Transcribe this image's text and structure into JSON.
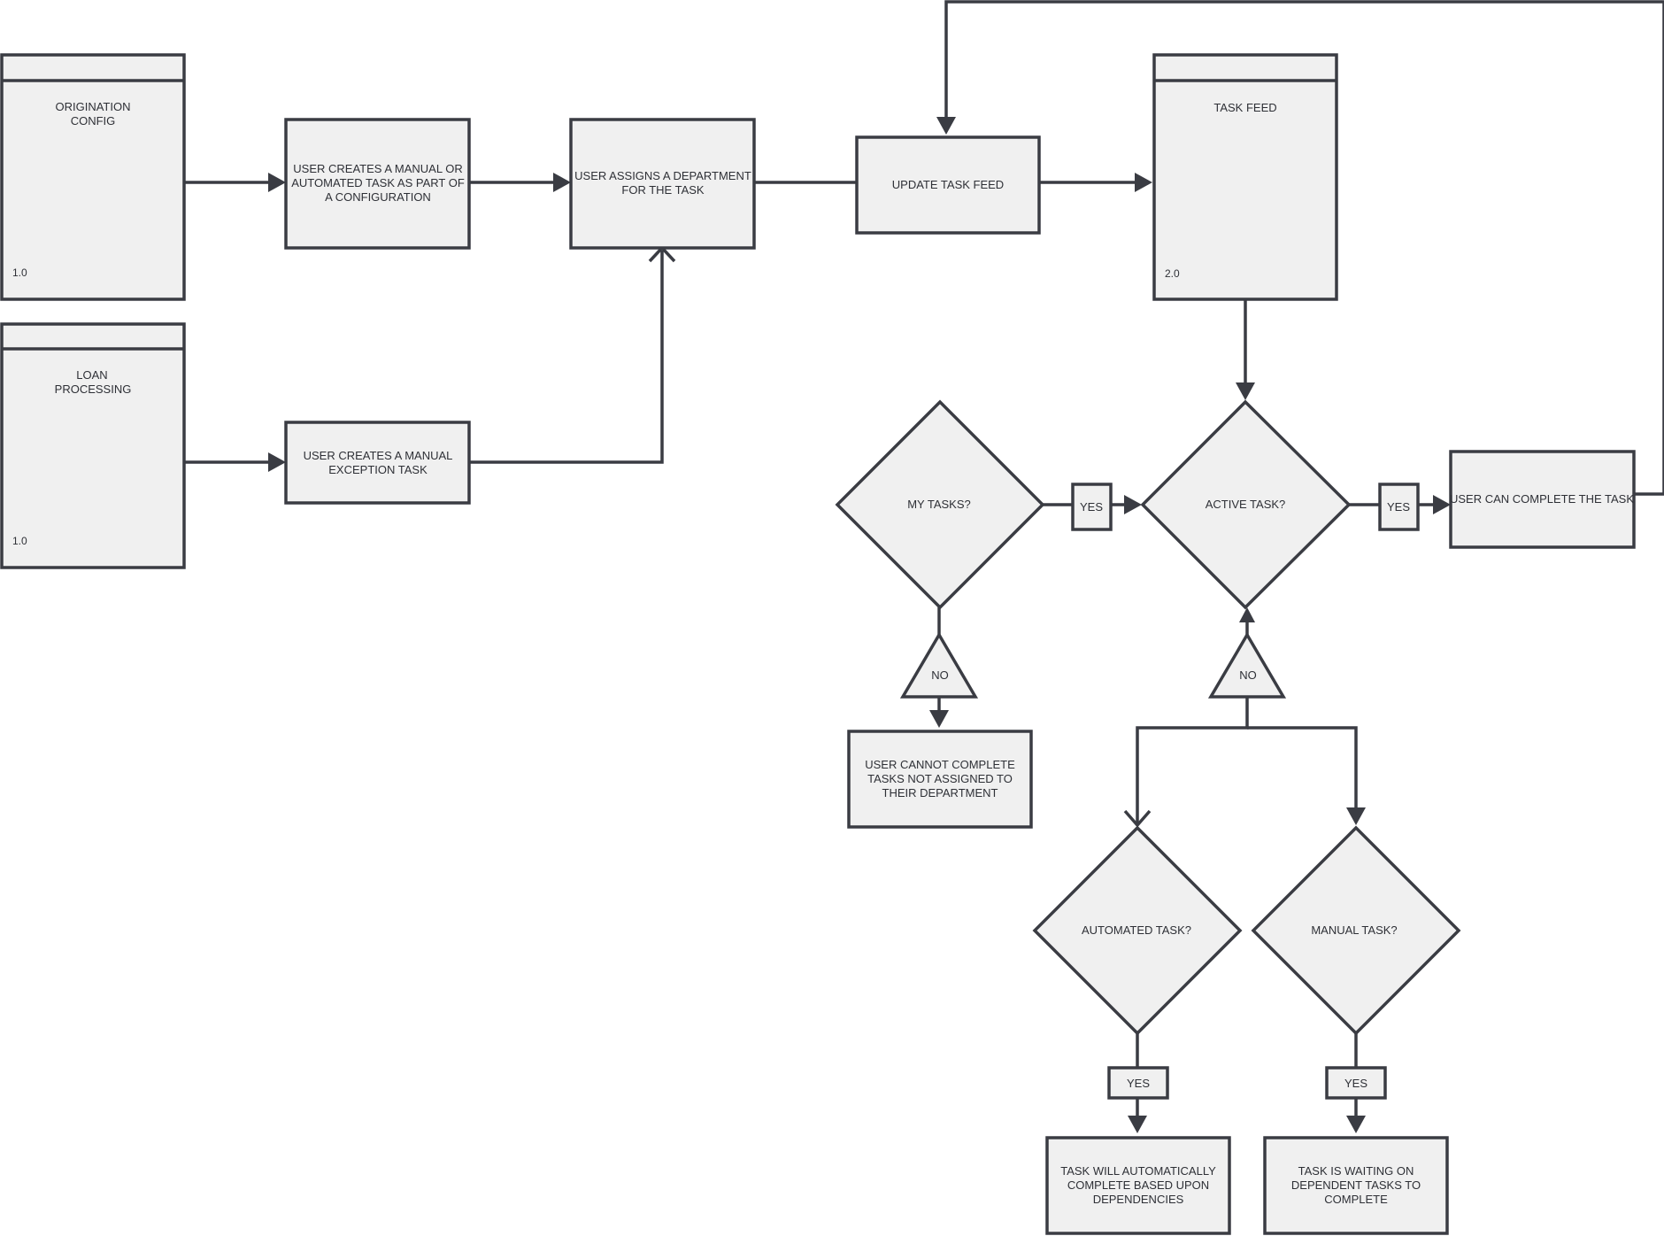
{
  "process_blocks": {
    "origination": {
      "title_line1": "ORIGINATION",
      "title_line2": "CONFIG",
      "number": "1.0"
    },
    "loan": {
      "title_line1": "LOAN",
      "title_line2": "PROCESSING",
      "number": "1.0"
    },
    "task_feed": {
      "title": "TASK FEED",
      "number": "2.0"
    }
  },
  "steps": {
    "create_config_task": [
      "USER CREATES A MANUAL OR",
      "AUTOMATED TASK AS PART OF",
      "A CONFIGURATION"
    ],
    "assign_department": [
      "USER ASSIGNS A DEPARTMENT",
      "FOR THE TASK"
    ],
    "update_task_feed": [
      "UPDATE TASK FEED"
    ],
    "create_exception_task": [
      "USER CREATES A MANUAL",
      "EXCEPTION TASK"
    ],
    "can_complete": [
      "USER CAN COMPLETE THE TASK"
    ],
    "cannot_complete": [
      "USER CANNOT COMPLETE",
      "TASKS NOT ASSIGNED TO",
      "THEIR DEPARTMENT"
    ],
    "auto_complete": [
      "TASK WILL AUTOMATICALLY",
      "COMPLETE BASED UPON",
      "DEPENDENCIES"
    ],
    "waiting_dependents": [
      "TASK IS WAITING ON",
      "DEPENDENT TASKS TO",
      "COMPLETE"
    ]
  },
  "decisions": {
    "my_tasks": "MY TASKS?",
    "active_task": "ACTIVE TASK?",
    "automated_task": "AUTOMATED TASK?",
    "manual_task": "MANUAL TASK?"
  },
  "connector_labels": {
    "yes_my_tasks": "YES",
    "yes_active": "YES",
    "yes_automated": "YES",
    "yes_manual": "YES",
    "no_my_tasks": "NO",
    "no_active": "NO"
  },
  "colors": {
    "stroke": "#3a3c43",
    "fill": "#f0f0f0",
    "text": "#2e3036"
  }
}
